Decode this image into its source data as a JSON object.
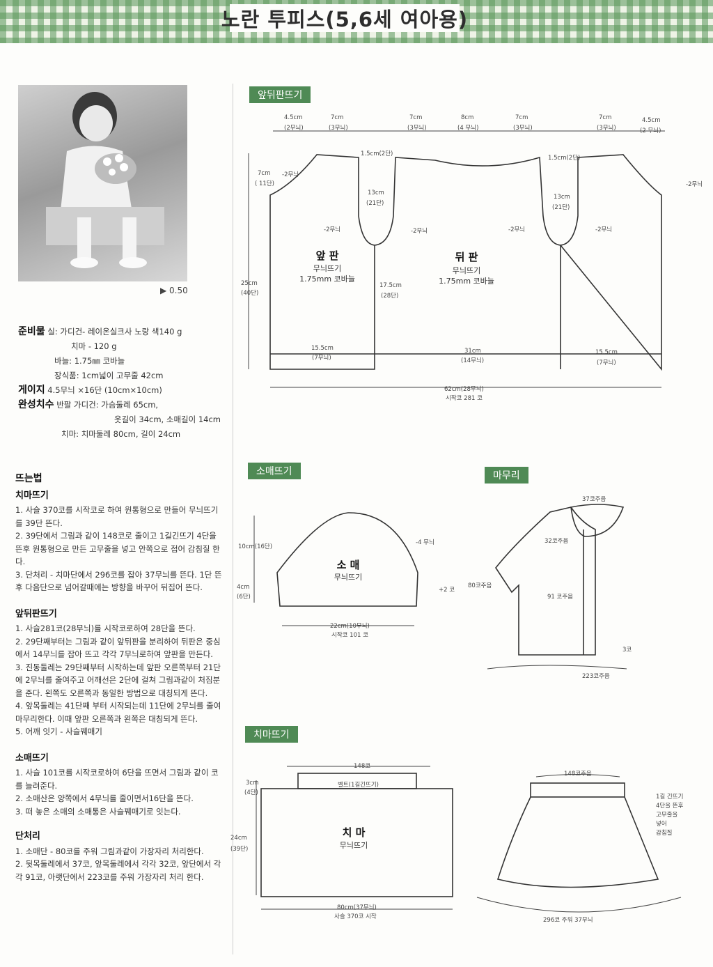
{
  "header": {
    "title": "노란 투피스(5,6세 여아용)"
  },
  "photo": {
    "caption": "▶ 0.50"
  },
  "materials": {
    "l1_key": "준비물",
    "l1": "실: 가디건- 레이온실크사 노랑 색140 g",
    "l2": "치마 - 120 g",
    "l3": "바늘: 1.75㎜ 코바늘",
    "l4": "장식품: 1cm넓이 고무줄 42cm",
    "l5_key": "게이지",
    "l5": "4.5무늬 ×16단 (10cm×10cm)",
    "l6_key": "완성치수",
    "l6": "반팔 가디건: 가슴둘레 65cm,",
    "l7": "옷길이 34cm, 소매길이 14cm",
    "l8": "치마: 치마둘레 80cm, 길이 24cm"
  },
  "instructions": {
    "title": "뜨는법",
    "skirt_h": "치마뜨기",
    "skirt_1": "1. 사슬 370코를 시작코로 하여 원통형으로 만들어 무늬뜨기를 39단 뜬다.",
    "skirt_2": "2. 39단에서 그림과 같이 148코로 줄이고 1길긴뜨기 4단을 뜬후 원통형으로 만든 고무줄을 넣고 안쪽으로 접어 감침질 한다.",
    "skirt_3": "3. 단처리 - 치마단에서 296코를 잡아 37무늬를 뜬다. 1단 뜬후 다음단으로 넘어갈때에는 방향을 바꾸어 뒤집어 뜬다.",
    "body_h": "앞뒤판뜨기",
    "body_1": "1. 사슬281코(28무늬)를 시작코로하여 28단을 뜬다.",
    "body_2": "2. 29단째부터는 그림과 같이 앞뒤판을 분리하여 뒤판은 중심에서 14무늬를 잡아 뜨고 각각 7무늬로하여 앞판을 만든다.",
    "body_3": "3. 진동둘레는 29단째부터 시작하는데 앞판 오른쪽부터 21단에 2무늬를 줄여주고 어깨선은 2단에 걸쳐 그림과같이 처짐분을 준다. 왼쪽도 오른쪽과 동일한 방법으로 대칭되게 뜬다.",
    "body_4": "4. 앞목둘레는 41단째 부터 시작되는데 11단에 2무늬를 줄여 마무리한다. 이때 앞판 오른쪽과 왼쪽은 대칭되게 뜬다.",
    "body_5": "5. 어깨 잇기 - 사슬꿰매기",
    "sleeve_h": "소매뜨기",
    "sleeve_1": "1. 사슬 101코를 시작코로하여 6단을 뜨면서 그림과 같이 코를 늘려준다.",
    "sleeve_2": "2. 소매산은 양쪽에서 4무늬를 줄이면서16단을 뜬다.",
    "sleeve_3": "3. 떠 놓은 소매의 소매통은 사슬꿰매기로 잇는다.",
    "finish_h": "단처리",
    "finish_1": "1. 소매단 - 80코를 주워 그림과같이 가장자리 처리한다.",
    "finish_2": "2. 뒷목둘레에서 37코, 앞목둘레에서 각각 32코, 앞단에서 각각 91코, 아랫단에서 223코를 주워 가장자리 처리 한다."
  },
  "body_diagram": {
    "heading": "앞뒤판뜨기",
    "top": [
      "4.5cm",
      "(2무늬)",
      "7cm",
      "(3무늬)",
      "7cm",
      "(3무늬)",
      "8cm",
      "(4 무늬)",
      "7cm",
      "(3무늬)",
      "7cm",
      "(3무늬)",
      "4.5cm",
      "(2 무늬)"
    ],
    "armhole_l": "7cm",
    "armhole_l2": "( 11단)",
    "dec2": "-2무늬",
    "neck_l": "1.5cm(2단)",
    "neck_r": "1.5cm(2단)",
    "neck_h": "13cm",
    "neck_h2": "(21단)",
    "front_t": "앞 판",
    "back_t": "뒤 판",
    "pat": "무늬뜨기",
    "hook": "1.75mm 코바늘",
    "left_h": "25cm",
    "left_h2": "(40단)",
    "mid_h": "17.5cm",
    "mid_h2": "(28단)",
    "bot_l": "15.5cm",
    "bot_l2": "(7무늬)",
    "bot_c": "31cm",
    "bot_c2": "(14무늬)",
    "bot_r": "15.5cm",
    "bot_r2": "(7무늬)",
    "total": "62cm(28무늬)",
    "start": "시작코 281 코"
  },
  "sleeve_diagram": {
    "heading": "소매뜨기",
    "title": "소 매",
    "pat": "무늬뜨기",
    "cap": "10cm(16단)",
    "base": "4cm",
    "base2": "(6단)",
    "dec": "-4 무늬",
    "inc": "+2 코",
    "width": "22cm(10무늬)",
    "start": "시작코 101 코"
  },
  "finish_diagram": {
    "heading": "마무리",
    "back_neck": "37코주음",
    "front_neck": "32코주음",
    "sleeve": "80코주음",
    "front": "91 코주음",
    "count": "3코",
    "bottom": "223코주음"
  },
  "skirt_diagram": {
    "heading": "치마뜨기",
    "top": "148코",
    "belt": "벨트(1길긴뜨기)",
    "belt_h": "3cm",
    "belt_h2": "(4단)",
    "title": "치 마",
    "pat": "무늬뜨기",
    "height": "24cm",
    "height2": "(39단)",
    "width": "80cm(37무늬)",
    "start": "사슬 370코 시작",
    "r_top": "148코주음",
    "note1": "1길 긴뜨기",
    "note2": "4단을 뜬후",
    "note3": "고무줄을",
    "note4": "넣어",
    "note5": "감침질",
    "hem": "296코 주워 37무늬"
  }
}
